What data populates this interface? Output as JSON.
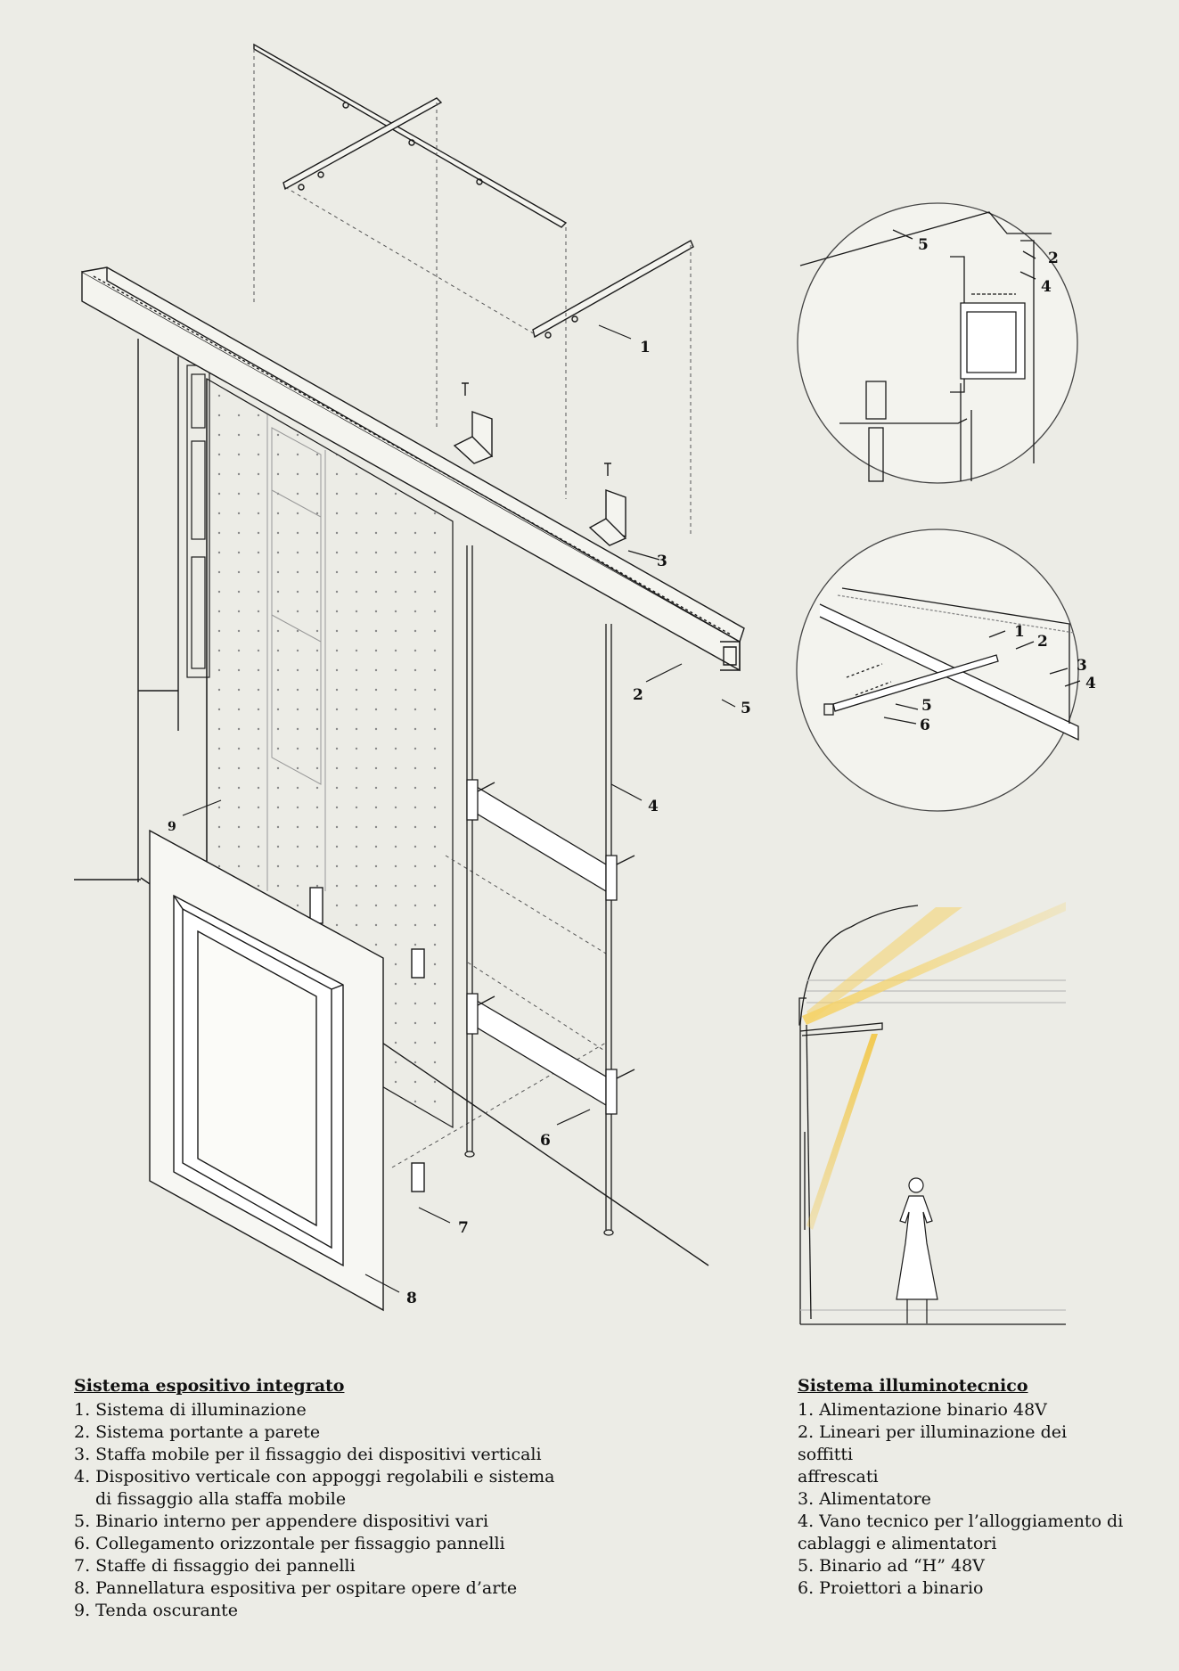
{
  "main_drawing": {
    "callouts": [
      "1",
      "2",
      "3",
      "4",
      "5",
      "6",
      "7",
      "8",
      "9"
    ]
  },
  "detail_section": {
    "callouts": [
      "5",
      "2",
      "4"
    ]
  },
  "detail_axon": {
    "callouts": [
      "1",
      "2",
      "3",
      "4",
      "5",
      "6"
    ]
  },
  "legend_left": {
    "title": "Sistema espositivo integrato",
    "items": [
      "1. Sistema di illuminazione",
      "2. Sistema portante a parete",
      "3. Staffa mobile per il fissaggio dei dispositivi verticali",
      "4. Dispositivo verticale con appoggi regolabili e sistema",
      "di fissaggio alla staffa mobile",
      "5. Binario interno per appendere dispositivi vari",
      "6. Collegamento orizzontale per fissaggio pannelli",
      "7. Staffe di fissaggio dei pannelli",
      "8. Pannellatura espositiva per ospitare opere d’arte",
      "9. Tenda oscurante"
    ]
  },
  "legend_right": {
    "title": "Sistema illuminotecnico",
    "items": [
      "1. Alimentazione binario 48V",
      "2. Lineari per illuminazione dei soffitti",
      "affrescati",
      "3. Alimentatore",
      "4. Vano tecnico per l’alloggiamento di",
      "cablaggi e alimentatori",
      "5. Binario ad “H” 48V",
      "6. Proiettori a binario"
    ]
  },
  "colors": {
    "background": "#ecece6",
    "line": "#1a1a1a",
    "light_beam": "#f2c84b"
  }
}
